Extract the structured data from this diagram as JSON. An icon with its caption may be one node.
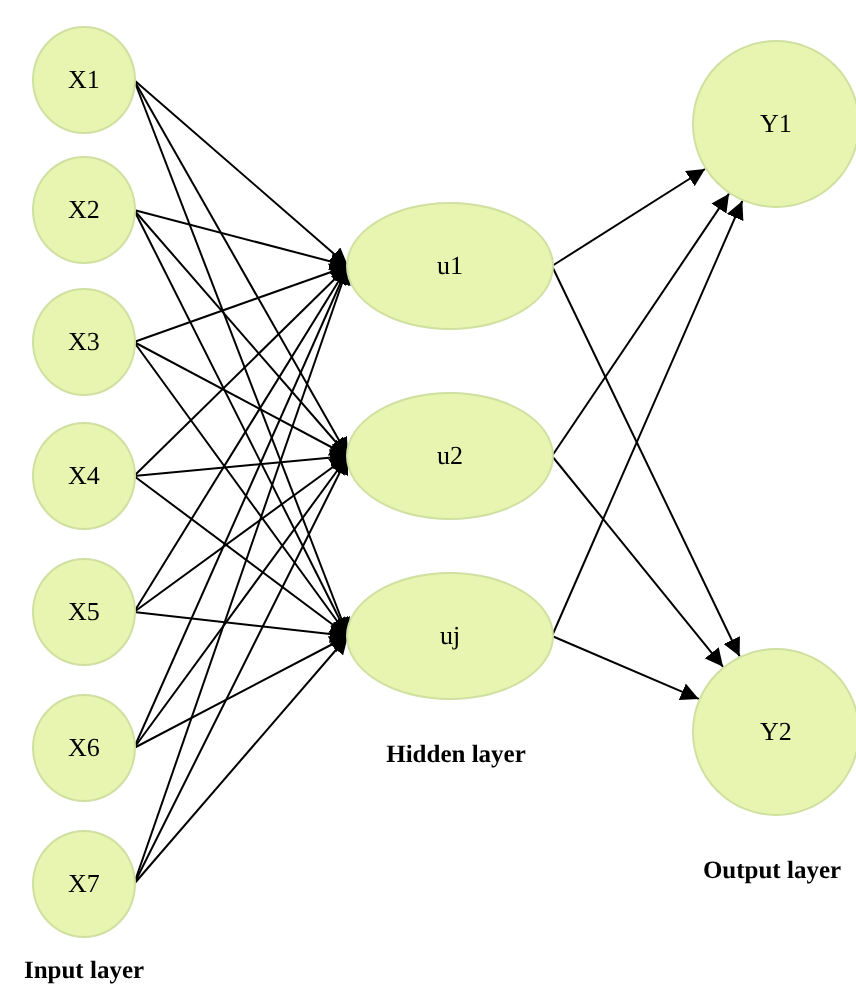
{
  "diagram": {
    "nodes": [
      {
        "text": [
          "X1"
        ]
      },
      {
        "text": [
          "X2"
        ]
      },
      {
        "text": [
          "X3"
        ]
      },
      {
        "text": [
          "X4"
        ]
      },
      {
        "text": [
          "X5"
        ]
      },
      {
        "text": [
          "X6"
        ]
      },
      {
        "text": [
          "X7"
        ]
      },
      {
        "text": [
          "u1"
        ]
      },
      {
        "text": [
          "u2"
        ]
      },
      {
        "text": [
          "uj"
        ]
      },
      {
        "text": [
          "Y1"
        ]
      },
      {
        "text": [
          "Y2"
        ]
      }
    ],
    "edges": [
      {
        "from": 0,
        "to": 7,
        "arrow": "to"
      },
      {
        "from": 0,
        "to": 8,
        "arrow": "to"
      },
      {
        "from": 0,
        "to": 9,
        "arrow": "to"
      },
      {
        "from": 1,
        "to": 7,
        "arrow": "to"
      },
      {
        "from": 1,
        "to": 8,
        "arrow": "to"
      },
      {
        "from": 1,
        "to": 9,
        "arrow": "to"
      },
      {
        "from": 2,
        "to": 7,
        "arrow": "to"
      },
      {
        "from": 2,
        "to": 8,
        "arrow": "to"
      },
      {
        "from": 2,
        "to": 9,
        "arrow": "to"
      },
      {
        "from": 3,
        "to": 7,
        "arrow": "to"
      },
      {
        "from": 3,
        "to": 8,
        "arrow": "to"
      },
      {
        "from": 3,
        "to": 9,
        "arrow": "to"
      },
      {
        "from": 4,
        "to": 7,
        "arrow": "to"
      },
      {
        "from": 4,
        "to": 8,
        "arrow": "to"
      },
      {
        "from": 4,
        "to": 9,
        "arrow": "to"
      },
      {
        "from": 5,
        "to": 7,
        "arrow": "to"
      },
      {
        "from": 5,
        "to": 8,
        "arrow": "to"
      },
      {
        "from": 5,
        "to": 9,
        "arrow": "to"
      },
      {
        "from": 6,
        "to": 7,
        "arrow": "to"
      },
      {
        "from": 6,
        "to": 8,
        "arrow": "to"
      },
      {
        "from": 6,
        "to": 9,
        "arrow": "to"
      },
      {
        "from": 7,
        "to": 10,
        "arrow": "to"
      },
      {
        "from": 7,
        "to": 11,
        "arrow": "to"
      },
      {
        "from": 8,
        "to": 10,
        "arrow": "to"
      },
      {
        "from": 8,
        "to": 11,
        "arrow": "to"
      },
      {
        "from": 9,
        "to": 10,
        "arrow": "to"
      },
      {
        "from": 9,
        "to": 11,
        "arrow": "to"
      }
    ],
    "labels": [
      "Hidden layer",
      "Output layer",
      "Input layer"
    ]
  }
}
